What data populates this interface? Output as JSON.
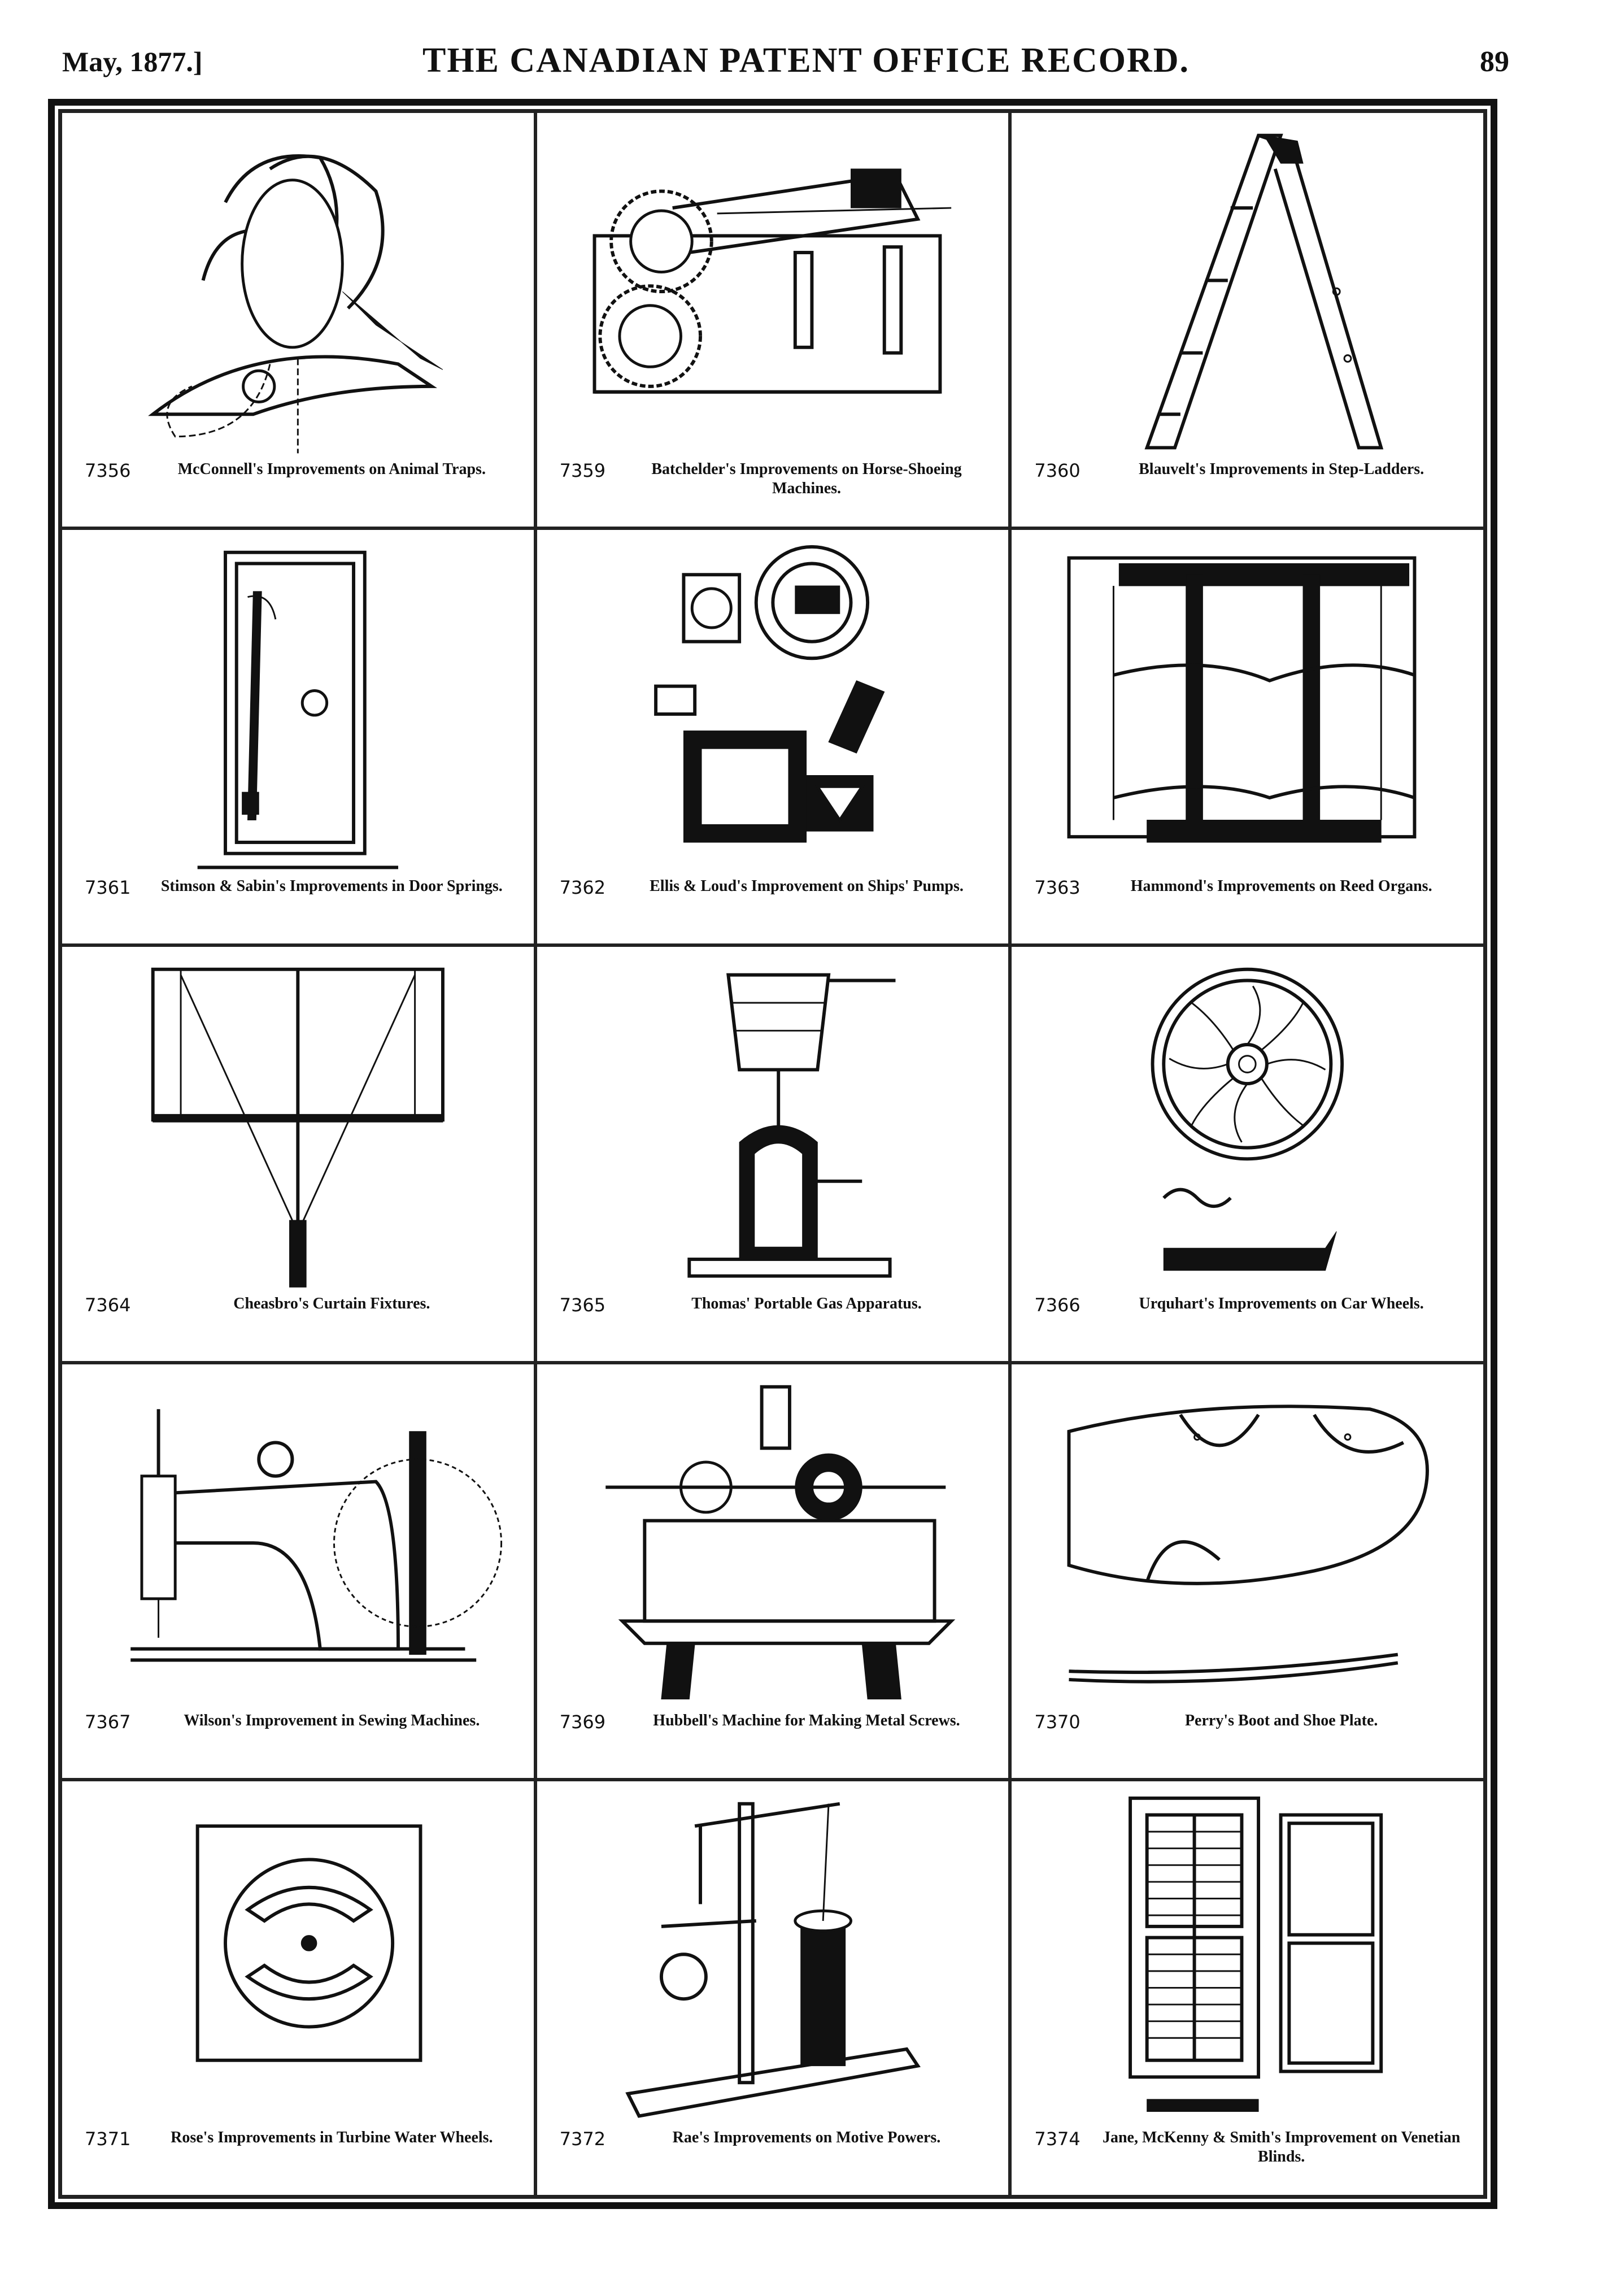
{
  "header": {
    "date": "May, 1877.]",
    "title": "THE CANADIAN PATENT OFFICE RECORD.",
    "page_number": "89"
  },
  "entries": [
    {
      "number": "7356",
      "title": "McConnell's Improvements on Animal Traps.",
      "drawing": "animal-trap-drawing"
    },
    {
      "number": "7359",
      "title": "Batchelder's Improvements on Horse-Shoeing Machines.",
      "drawing": "horse-shoeing-machine-drawing"
    },
    {
      "number": "7360",
      "title": "Blauvelt's Improvements in Step-Ladders.",
      "drawing": "step-ladder-drawing"
    },
    {
      "number": "7361",
      "title": "Stimson & Sabin's Improvements in Door Springs.",
      "drawing": "door-spring-drawing"
    },
    {
      "number": "7362",
      "title": "Ellis & Loud's Improvement on Ships' Pumps.",
      "drawing": "ship-pump-drawing"
    },
    {
      "number": "7363",
      "title": "Hammond's Improvements on Reed Organs.",
      "drawing": "reed-organ-drawing"
    },
    {
      "number": "7364",
      "title": "Cheasbro's Curtain Fixtures.",
      "drawing": "curtain-fixture-drawing"
    },
    {
      "number": "7365",
      "title": "Thomas' Portable Gas Apparatus.",
      "drawing": "gas-apparatus-drawing"
    },
    {
      "number": "7366",
      "title": "Urquhart's Improvements on Car Wheels.",
      "drawing": "car-wheel-drawing"
    },
    {
      "number": "7367",
      "title": "Wilson's Improvement in Sewing Machines.",
      "drawing": "sewing-machine-drawing"
    },
    {
      "number": "7369",
      "title": "Hubbell's Machine for Making Metal Screws.",
      "drawing": "screw-machine-drawing"
    },
    {
      "number": "7370",
      "title": "Perry's Boot and Shoe Plate.",
      "drawing": "shoe-plate-drawing"
    },
    {
      "number": "7371",
      "title": "Rose's Improvements in Turbine Water Wheels.",
      "drawing": "turbine-wheel-drawing"
    },
    {
      "number": "7372",
      "title": "Rae's Improvements on Motive Powers.",
      "drawing": "motive-power-drawing"
    },
    {
      "number": "7374",
      "title": "Jane, McKenny & Smith's Improvement on Venetian Blinds.",
      "drawing": "venetian-blind-drawing"
    }
  ]
}
